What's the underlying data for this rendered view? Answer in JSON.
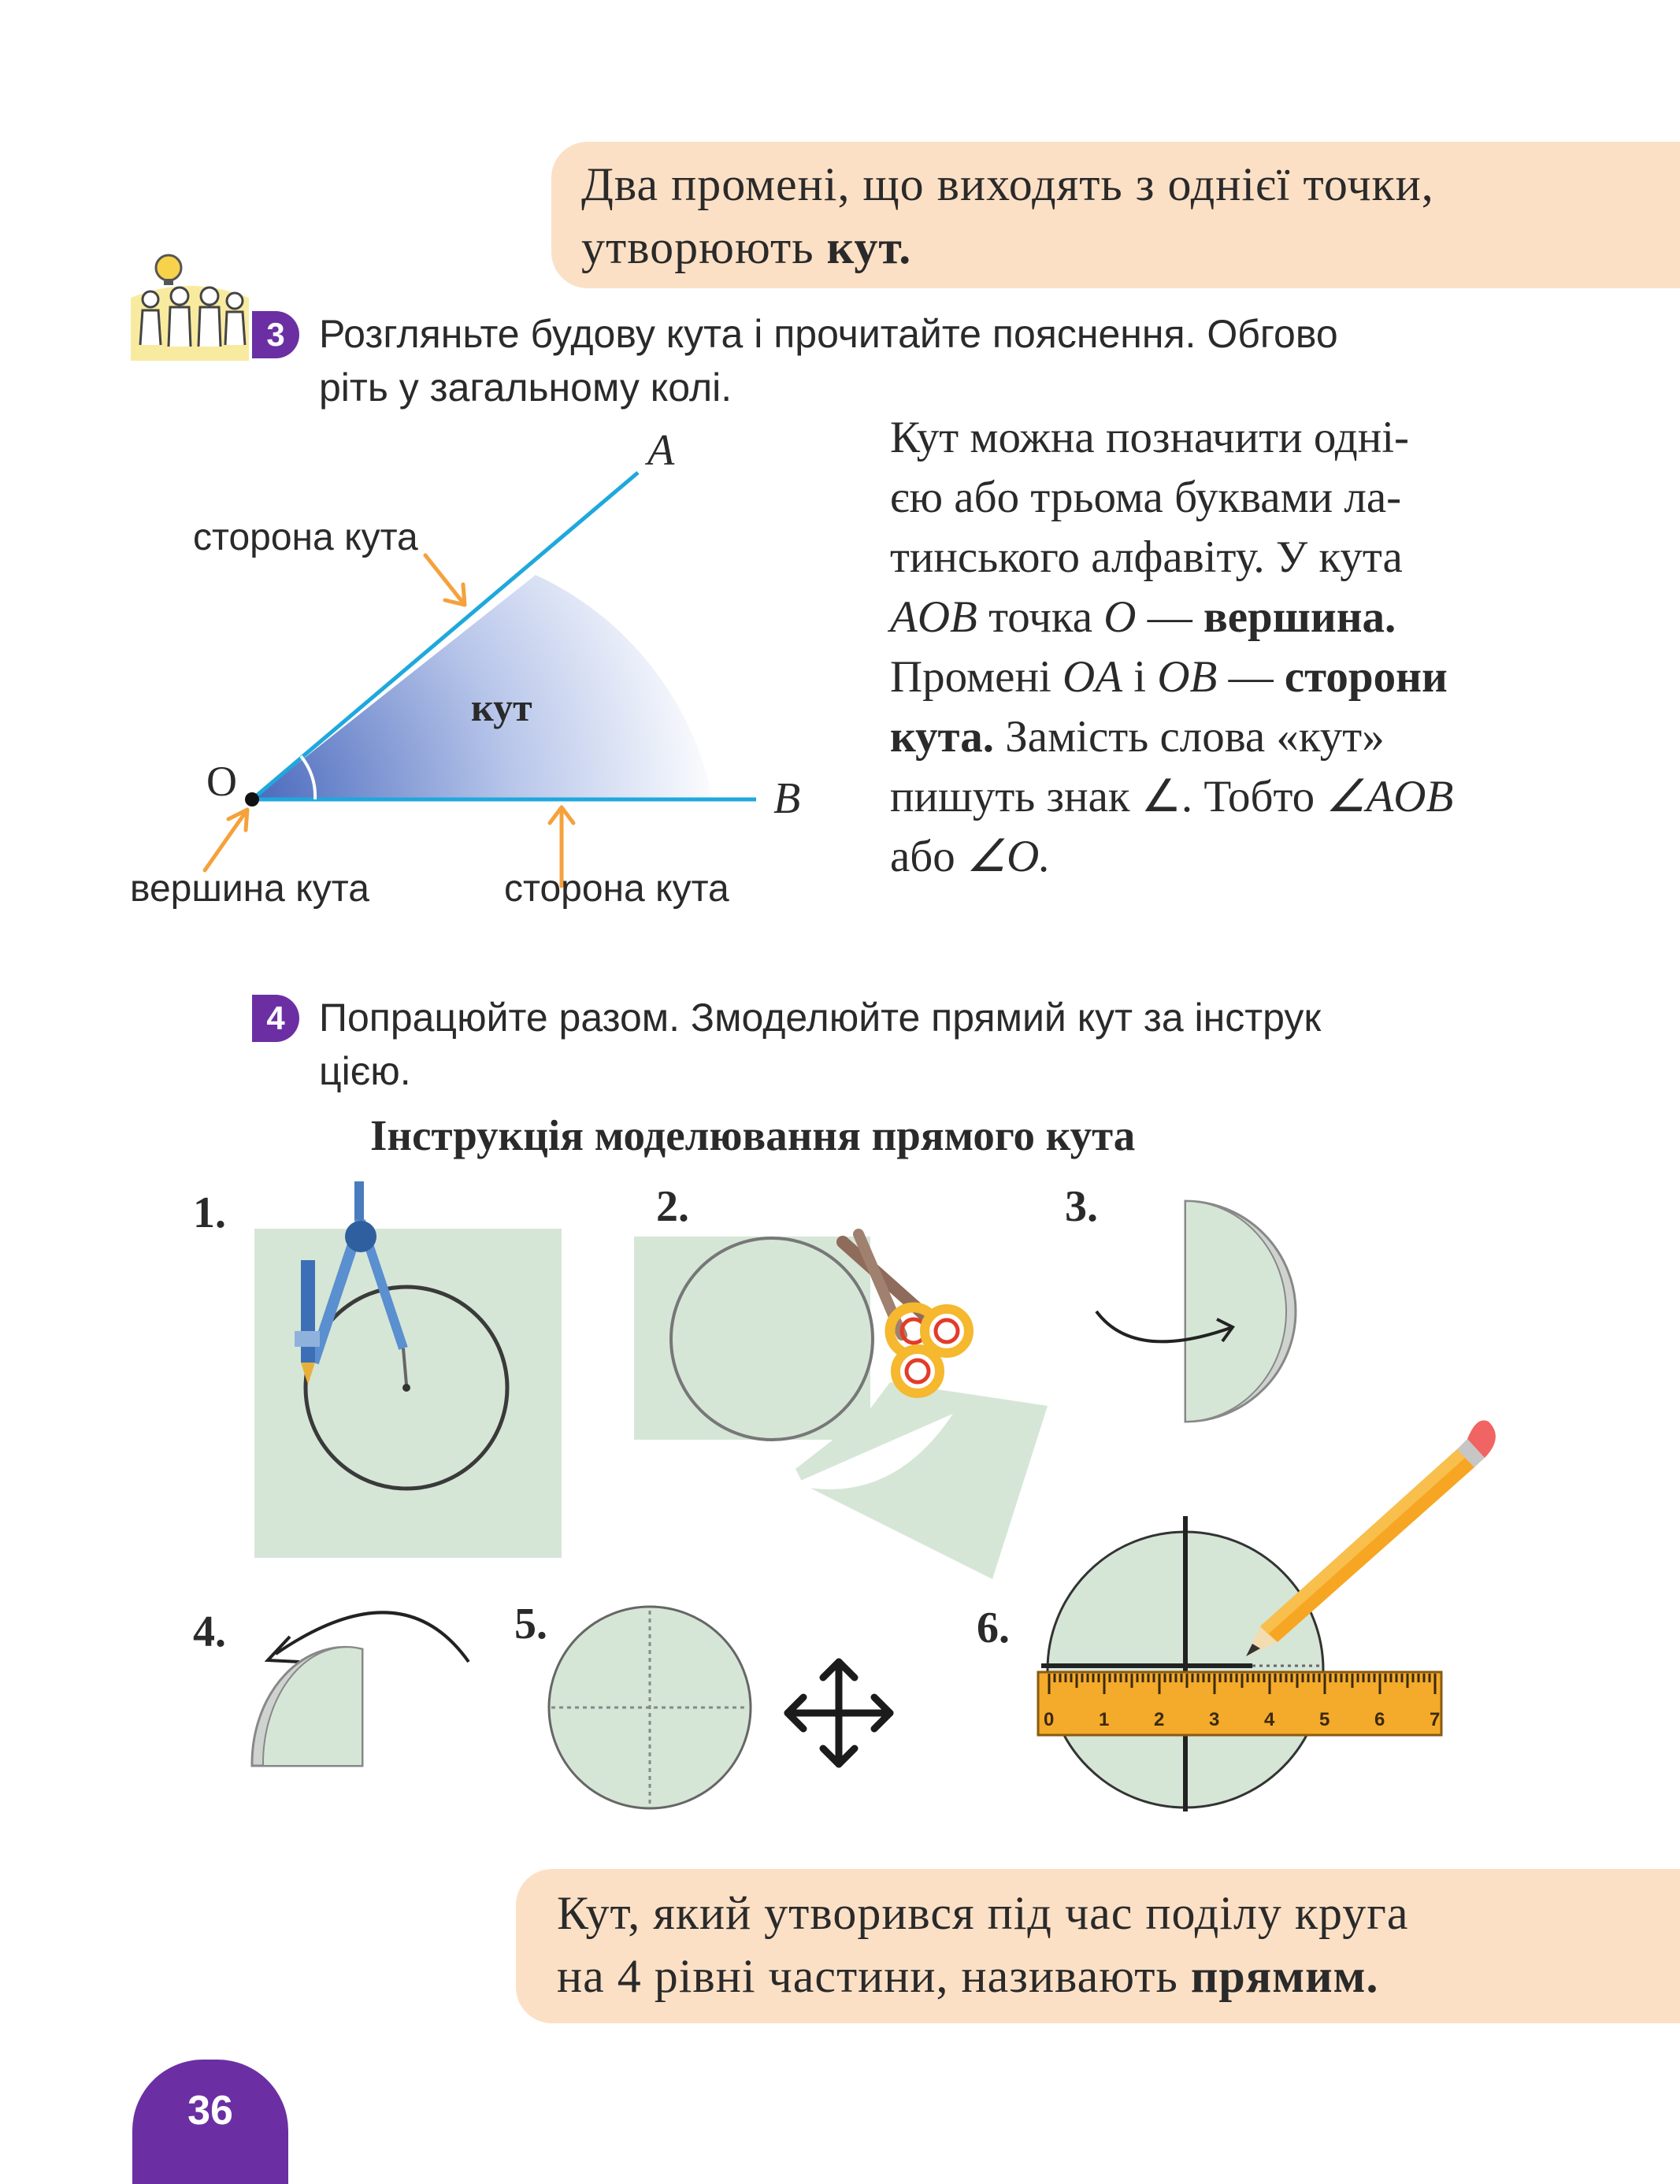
{
  "definition_box": {
    "line1": "Два промені, що виходять з однієї точки,",
    "line2_prefix": "утворюють ",
    "line2_bold": "кут."
  },
  "task3": {
    "number": "3",
    "line1": "Розгляньте будову кута і прочитайте пояснення. Обгово",
    "line2": "ріть у загальному колі."
  },
  "angle_diagram": {
    "point_a": "A",
    "point_b": "B",
    "point_o": "O",
    "side_label_top": "сторона кута",
    "angle_label": "кут",
    "vertex_label": "вершина кута",
    "side_label_bottom": "сторона кута",
    "colors": {
      "ray": "#1fa8dc",
      "arrow": "#f5a13c",
      "fill": "#5a79c5"
    }
  },
  "explanation": {
    "l1": "Кут можна позначити одні-",
    "l2": "єю або трьома буквами ла-",
    "l3": "тинського алфавіту. У кута",
    "l4a": "AOB",
    "l4b": " точка ",
    "l4c": "O",
    "l4d": " — ",
    "l4e": "вершина.",
    "l5a": "Промені ",
    "l5b": "OA",
    "l5c": " і ",
    "l5d": "OB",
    "l5e": " — ",
    "l5f": "сторони",
    "l6a": "кута.",
    "l6b": " Замість слова «кут»",
    "l7a": "пишуть знак ∠. Тобто ",
    "l7b": "∠AOB",
    "l8a": "або ",
    "l8b": "∠O."
  },
  "task4": {
    "number": "4",
    "line1": "Попрацюйте разом. Змоделюйте прямий кут за інструк",
    "line2": "цією."
  },
  "instruction_title": "Інструкція моделювання прямого кута",
  "steps": [
    "1.",
    "2.",
    "3.",
    "4.",
    "5.",
    "6."
  ],
  "ruler_marks": [
    "0",
    "1",
    "2",
    "3",
    "4",
    "5",
    "6",
    "7"
  ],
  "right_angle_box": {
    "line1": "Кут, який утворився під час поділу круга",
    "line2_prefix": "на 4 рівні частини, називають ",
    "line2_bold": "прямим."
  },
  "page_number": "36",
  "colors": {
    "purple": "#6b2fa3",
    "peach": "#fbe0c6",
    "paper_green": "#d5e6d7"
  }
}
